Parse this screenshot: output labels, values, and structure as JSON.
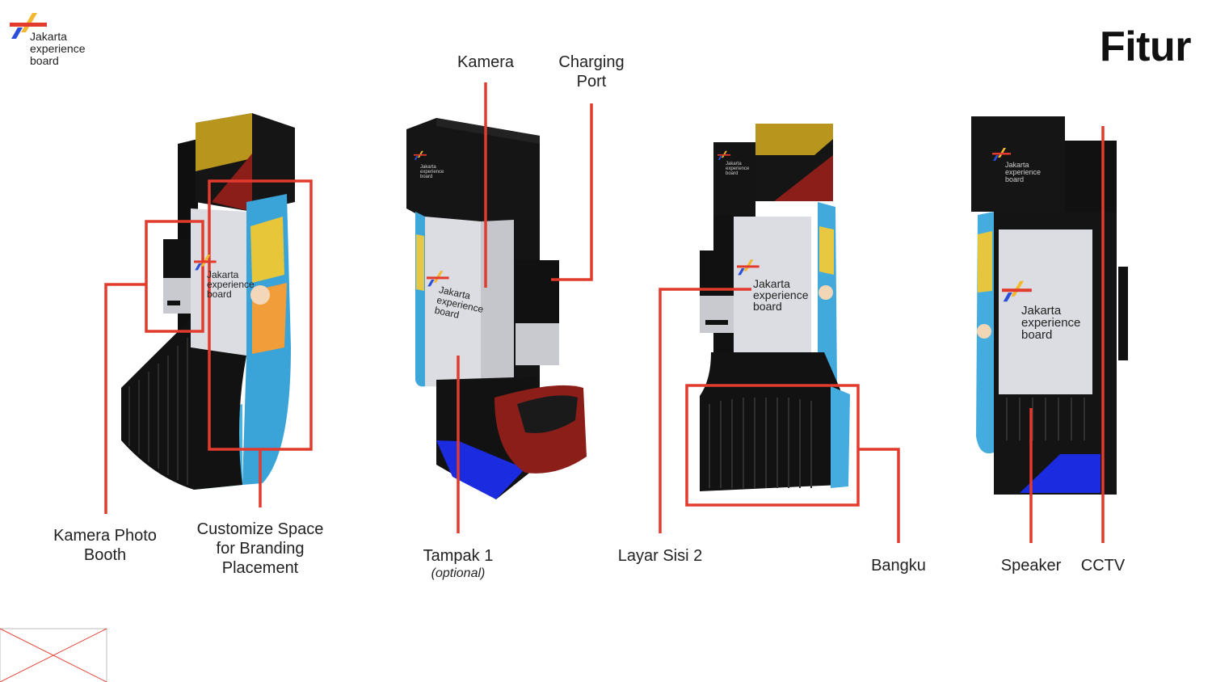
{
  "logo": {
    "text": "Jakarta\nexperience\nboard",
    "colors": {
      "yellow": "#F2B830",
      "red": "#E23A2C",
      "blue": "#2B4FD8"
    }
  },
  "header": {
    "title": "Fitur"
  },
  "booth_brand_text": "Jakarta\nexperience\nboard",
  "labels": {
    "kamera_photo_booth": "Kamera Photo\nBooth",
    "customize_space": "Customize Space\nfor Branding\nPlacement",
    "kamera": "Kamera",
    "charging_port": "Charging\nPort",
    "tampak": "Tampak 1",
    "tampak_sub": "(optional)",
    "layar_sisi": "Layar Sisi 2",
    "bangku": "Bangku",
    "speaker": "Speaker",
    "cctv": "CCTV"
  },
  "colors": {
    "callout": "#E23A2C",
    "booth_black": "#141414",
    "panel": "#DCDDE3",
    "gold": "#B8961E",
    "maroon": "#8C1E1A",
    "blue": "#1A2BE0"
  }
}
